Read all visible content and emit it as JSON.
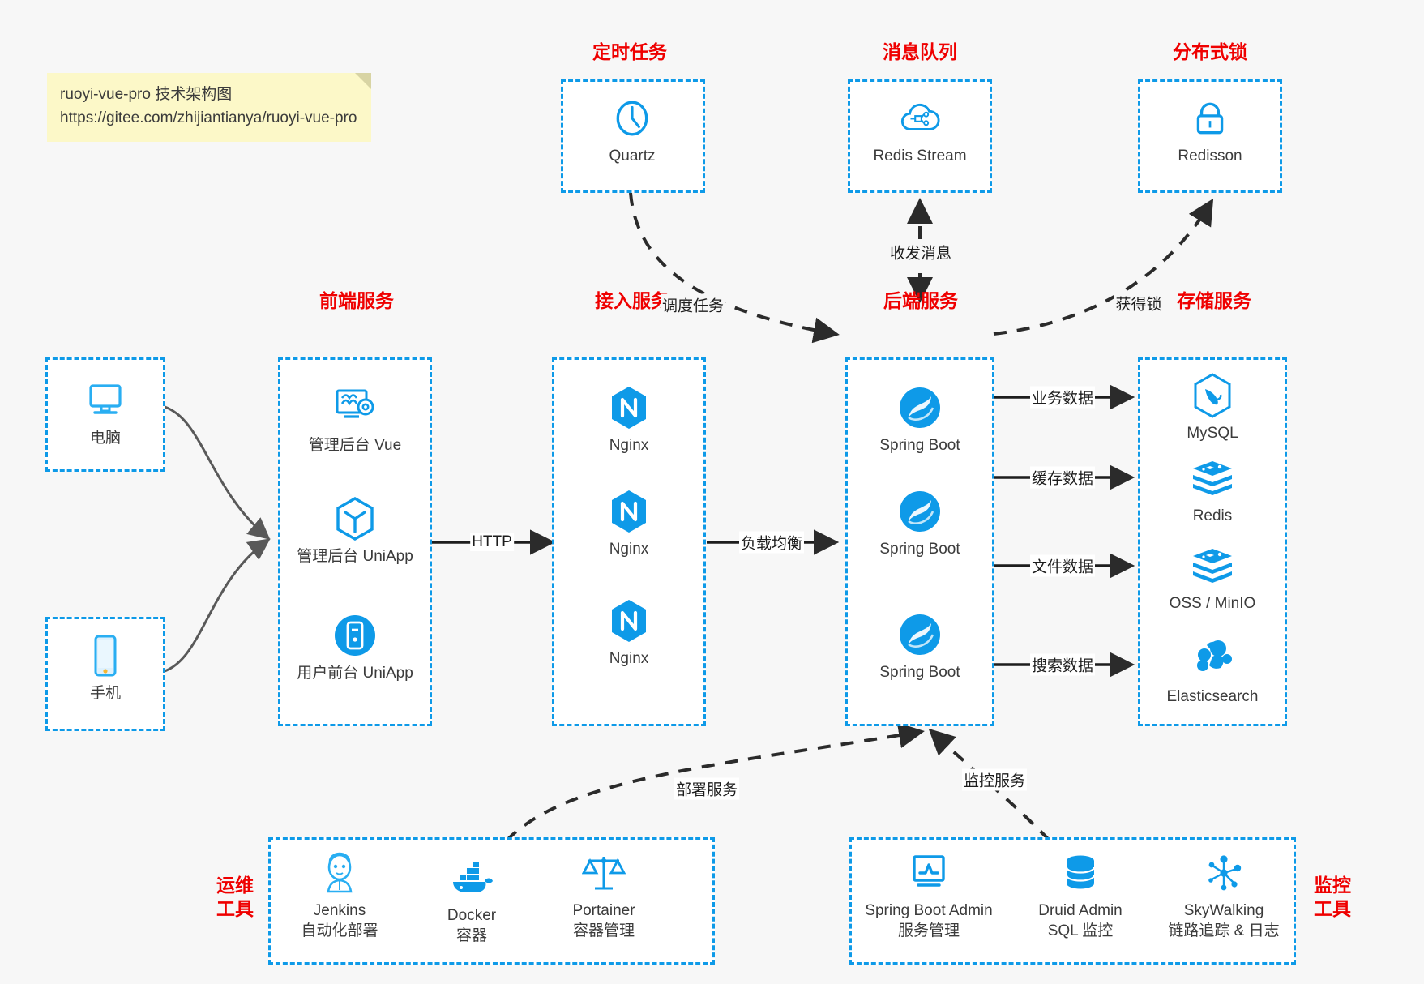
{
  "note": {
    "line1": "ruoyi-vue-pro 技术架构图",
    "line2": "https://gitee.com/zhijiantianya/ruoyi-vue-pro"
  },
  "colors": {
    "accent": "#0e9ae8",
    "title": "#ef0000",
    "text": "#3b3b3b",
    "background": "#f7f7f7",
    "note_bg": "#fcf8c8",
    "arrow": "#1d1d1d",
    "curve": "#595959"
  },
  "groups": {
    "scheduled_task": {
      "title": "定时任务",
      "nodes": [
        {
          "label": "Quartz",
          "icon": "clock-icon"
        }
      ]
    },
    "message_queue": {
      "title": "消息队列",
      "nodes": [
        {
          "label": "Redis Stream",
          "icon": "cloud-stream-icon"
        }
      ]
    },
    "distributed_lock": {
      "title": "分布式锁",
      "nodes": [
        {
          "label": "Redisson",
          "icon": "lock-icon"
        }
      ]
    },
    "clients": {
      "nodes": [
        {
          "label": "电脑",
          "icon": "desktop-icon"
        },
        {
          "label": "手机",
          "icon": "mobile-icon"
        }
      ]
    },
    "frontend": {
      "title": "前端服务",
      "nodes": [
        {
          "label": "管理后台 Vue",
          "icon": "dashboard-gear-icon"
        },
        {
          "label": "管理后台 UniApp",
          "icon": "cube-icon"
        },
        {
          "label": "用户前台 UniApp",
          "icon": "phone-circle-icon"
        }
      ]
    },
    "gateway": {
      "title": "接入服务",
      "nodes": [
        {
          "label": "Nginx",
          "icon": "nginx-icon"
        },
        {
          "label": "Nginx",
          "icon": "nginx-icon"
        },
        {
          "label": "Nginx",
          "icon": "nginx-icon"
        }
      ]
    },
    "backend": {
      "title": "后端服务",
      "nodes": [
        {
          "label": "Spring Boot",
          "icon": "spring-boot-icon"
        },
        {
          "label": "Spring Boot",
          "icon": "spring-boot-icon"
        },
        {
          "label": "Spring Boot",
          "icon": "spring-boot-icon"
        }
      ]
    },
    "storage": {
      "title": "存储服务",
      "nodes": [
        {
          "label": "MySQL",
          "icon": "mysql-icon"
        },
        {
          "label": "Redis",
          "icon": "redis-icon"
        },
        {
          "label": "OSS / MinIO",
          "icon": "oss-icon"
        },
        {
          "label": "Elasticsearch",
          "icon": "elasticsearch-icon"
        }
      ]
    },
    "devops": {
      "title": "运维\n工具",
      "title_line1": "运维",
      "title_line2": "工具",
      "nodes": [
        {
          "label": "Jenkins",
          "sub": "自动化部署",
          "icon": "jenkins-icon"
        },
        {
          "label": "Docker",
          "sub": "容器",
          "icon": "docker-icon"
        },
        {
          "label": "Portainer",
          "sub": "容器管理",
          "icon": "scales-icon"
        }
      ]
    },
    "monitoring": {
      "title_line1": "监控",
      "title_line2": "工具",
      "nodes": [
        {
          "label": "Spring Boot Admin",
          "sub": "服务管理",
          "icon": "monitor-chart-icon"
        },
        {
          "label": "Druid Admin",
          "sub": "SQL 监控",
          "icon": "database-icon"
        },
        {
          "label": "SkyWalking",
          "sub": "链路追踪 & 日志",
          "icon": "skywalking-icon"
        }
      ]
    }
  },
  "edges": {
    "http": "HTTP",
    "load_balance": "负载均衡",
    "schedule_task": "调度任务",
    "send_receive_message": "收发消息",
    "acquire_lock": "获得锁",
    "business_data": "业务数据",
    "cache_data": "缓存数据",
    "file_data": "文件数据",
    "search_data": "搜索数据",
    "deploy_service": "部署服务",
    "monitor_service": "监控服务"
  }
}
